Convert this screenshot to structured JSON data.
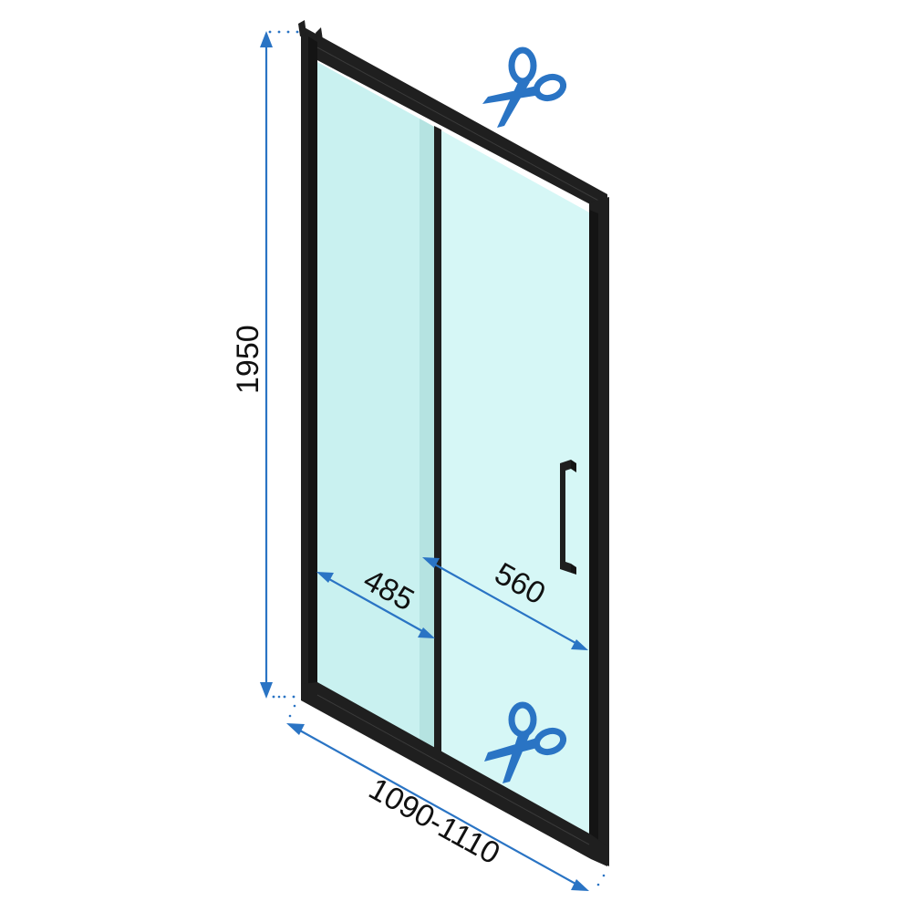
{
  "diagram": {
    "title": "Sliding shower door dimensions",
    "product": "sliding shower door, black frame, clear glass",
    "dimensions": {
      "height": {
        "label": "1950",
        "unit": "mm",
        "orientation": "vertical"
      },
      "fixed_panel_width": {
        "label": "485",
        "unit": "mm"
      },
      "door_opening_width": {
        "label": "560",
        "unit": "mm"
      },
      "total_width": {
        "label": "1090-1110",
        "unit": "mm"
      }
    },
    "icons": {
      "top": "scissors-icon",
      "bottom": "scissors-icon",
      "handle": "door-handle"
    },
    "colors": {
      "dimension_blue": "#2a74c4",
      "frame_black": "#1f1f1f",
      "glass_fixed": "#c9f1f0",
      "glass_door": "#d6f7f6",
      "label_text": "#111111",
      "background": "#ffffff"
    }
  }
}
